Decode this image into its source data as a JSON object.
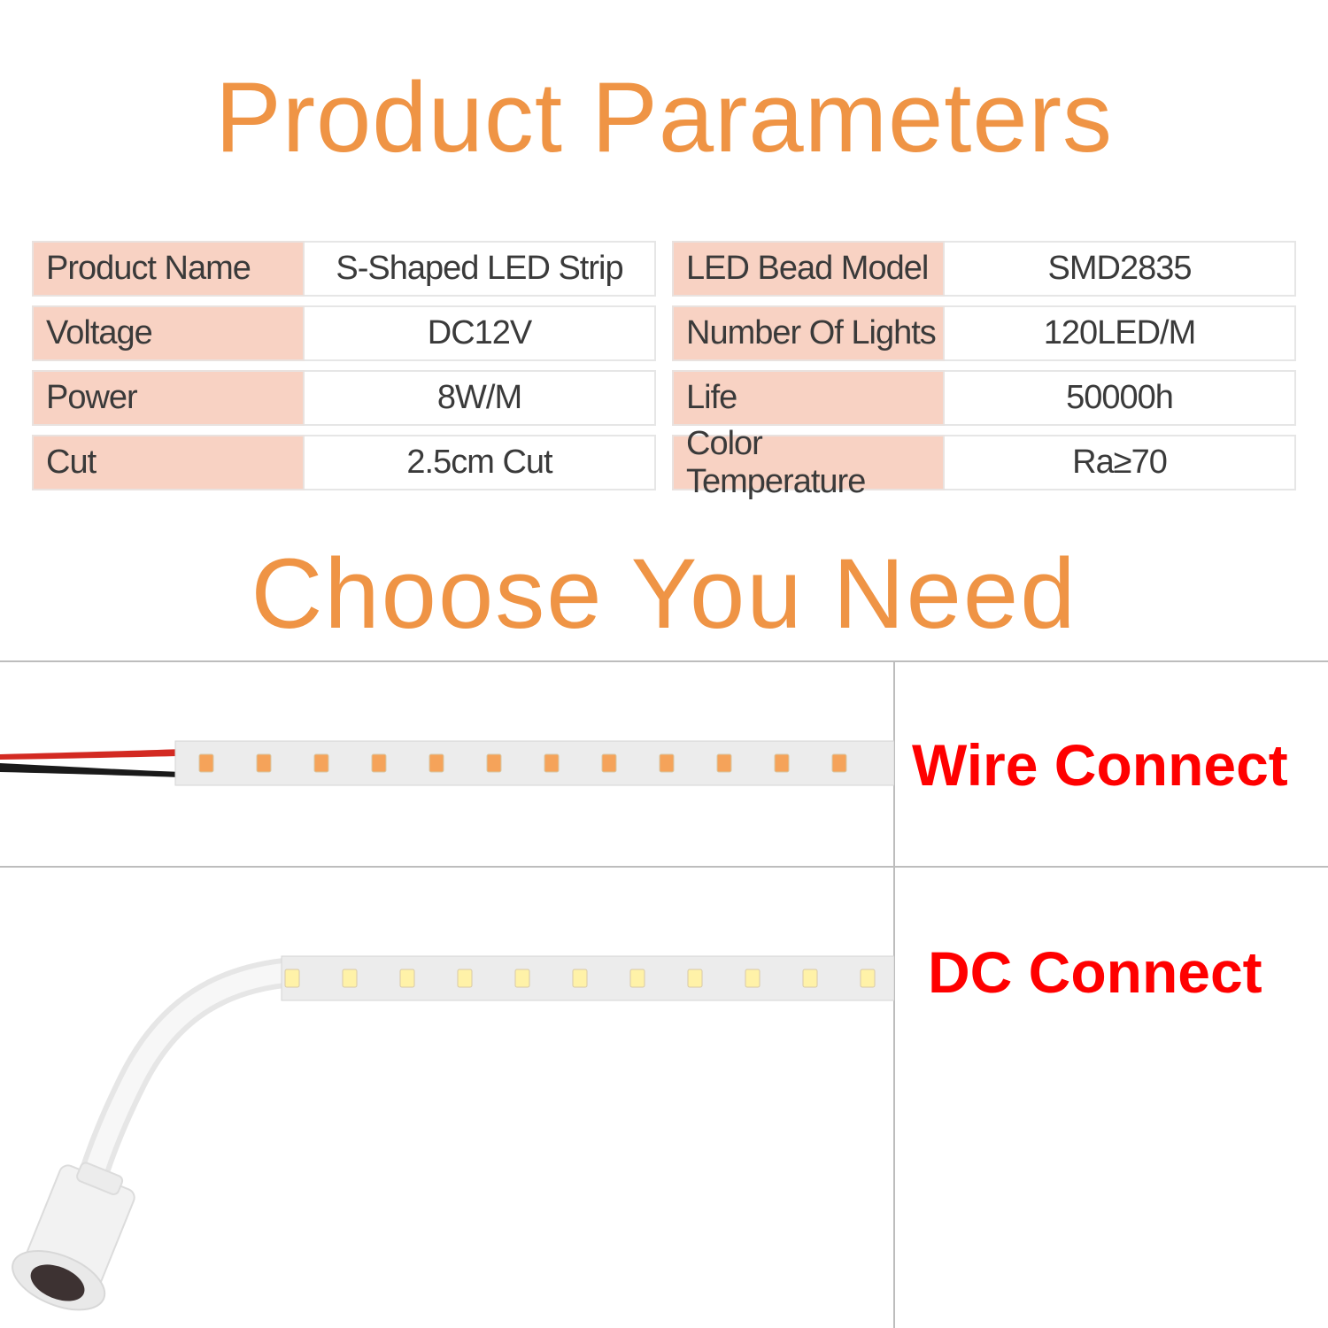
{
  "titles": {
    "parameters": "Product Parameters",
    "choose": "Choose You Need"
  },
  "params_left": [
    {
      "label": "Product Name",
      "value": "S-Shaped LED Strip"
    },
    {
      "label": "Voltage",
      "value": "DC12V"
    },
    {
      "label": "Power",
      "value": "8W/M"
    },
    {
      "label": "Cut",
      "value": "2.5cm Cut"
    }
  ],
  "params_right": [
    {
      "label": "LED Bead Model",
      "value": "SMD2835"
    },
    {
      "label": "Number Of Lights",
      "value": "120LED/M"
    },
    {
      "label": "Life",
      "value": "50000h"
    },
    {
      "label": "Color Temperature",
      "value": "Ra≥70"
    }
  ],
  "options": {
    "wire": "Wire Connect",
    "dc": "DC Connect"
  },
  "colors": {
    "title": "#ef9445",
    "label_bg": "#f8d2c3",
    "option_text": "#ff0000",
    "led_warm": "#f5a35a",
    "led_cool": "#fff2a8"
  }
}
